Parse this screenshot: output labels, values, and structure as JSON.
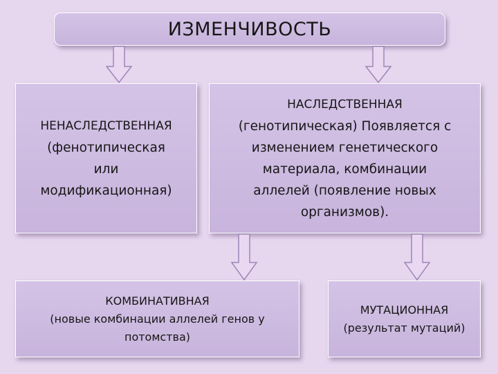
{
  "title": "ИЗМЕНЧИВОСТЬ",
  "non_hereditary": {
    "heading": "НЕНАСЛЕДСТВЕННАЯ",
    "lines": [
      "(фенотипическая",
      "или",
      "модификационная)"
    ]
  },
  "hereditary": {
    "heading": "НАСЛЕДСТВЕННАЯ",
    "lines": [
      "(генотипическая) Появляется с",
      "изменением генетического",
      "материала, комбинации",
      "аллелей (появление новых",
      "организмов)."
    ]
  },
  "combinative": {
    "heading": "КОМБИНАТИВНАЯ",
    "lines": [
      "(новые комбинации аллелей генов у",
      "потомства)"
    ]
  },
  "mutational": {
    "heading": "МУТАЦИОННАЯ",
    "lines": [
      "(результат мутаций)"
    ]
  },
  "colors": {
    "background": "#e6d6ee",
    "box_fill": "#cdbae0",
    "arrow_fill": "#ead8f2",
    "arrow_stroke": "#9e86b6"
  }
}
